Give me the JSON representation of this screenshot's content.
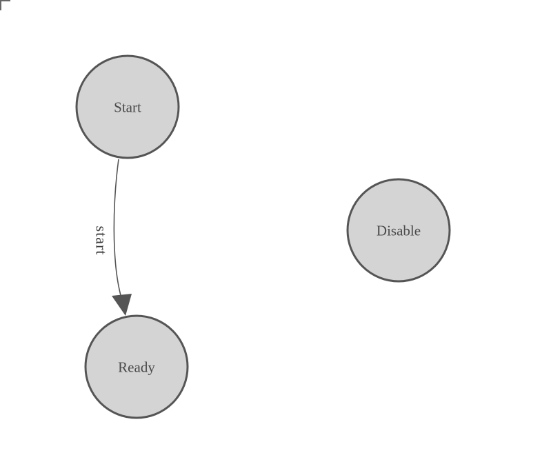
{
  "diagram": {
    "type": "state-machine",
    "colors": {
      "background": "#ffffff",
      "node_fill": "#d4d4d4",
      "node_stroke": "#555555",
      "node_label": "#4a4a4a",
      "edge": "#555555",
      "edge_label": "#3d3d3d",
      "corner_mark": "#666666"
    },
    "nodes": [
      {
        "id": "start",
        "label": "Start"
      },
      {
        "id": "ready",
        "label": "Ready"
      },
      {
        "id": "disable",
        "label": "Disable"
      }
    ],
    "edges": [
      {
        "from": "start",
        "to": "ready",
        "label": "start"
      }
    ]
  }
}
